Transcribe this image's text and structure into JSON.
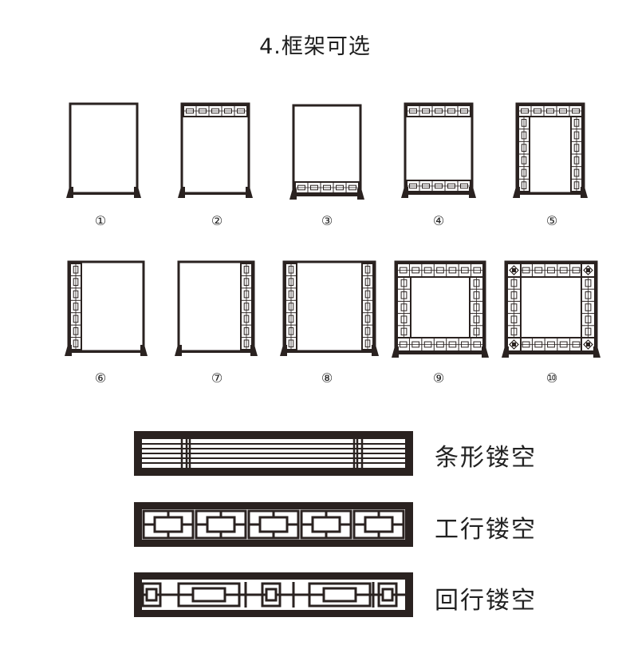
{
  "title": "4.框架可选",
  "colors": {
    "frame": "#2a2220",
    "line": "#3a302b"
  },
  "options": [
    {
      "number": "①",
      "variant": "plain"
    },
    {
      "number": "②",
      "variant": "top-band"
    },
    {
      "number": "③",
      "variant": "bottom-band"
    },
    {
      "number": "④",
      "variant": "top-bottom-band"
    },
    {
      "number": "⑤",
      "variant": "top-sides"
    },
    {
      "number": "⑥",
      "variant": "left-side"
    },
    {
      "number": "⑦",
      "variant": "right-side"
    },
    {
      "number": "⑧",
      "variant": "both-sides"
    },
    {
      "number": "⑨",
      "variant": "full-border"
    },
    {
      "number": "⑩",
      "variant": "full-border-corner"
    }
  ],
  "patterns": [
    {
      "label": "条形镂空",
      "pattern": "bars"
    },
    {
      "label": "工行镂空",
      "pattern": "gong"
    },
    {
      "label": "回行镂空",
      "pattern": "hui"
    }
  ]
}
